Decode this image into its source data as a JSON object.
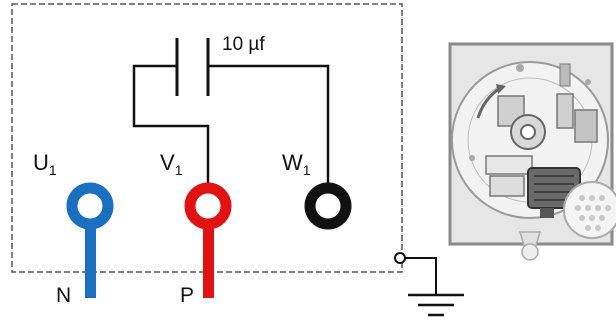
{
  "capacitor": {
    "label": "10 µf"
  },
  "terminals": [
    {
      "id": "U",
      "label": "U",
      "subscript": "1",
      "color": "#1a6fbf"
    },
    {
      "id": "V",
      "label": "V",
      "subscript": "1",
      "color": "#e01212"
    },
    {
      "id": "W",
      "label": "W",
      "subscript": "1",
      "color": "#111111"
    }
  ],
  "supply": [
    {
      "label": "N",
      "color": "#1a6fbf"
    },
    {
      "label": "P",
      "color": "#e01212"
    }
  ],
  "enclosure": {
    "border_color": "#555555"
  },
  "ground": {
    "icon": "ground-symbol-icon"
  },
  "device_image": {
    "icon": "motor-unit-photo-icon",
    "accent": "#8a8a8a"
  }
}
